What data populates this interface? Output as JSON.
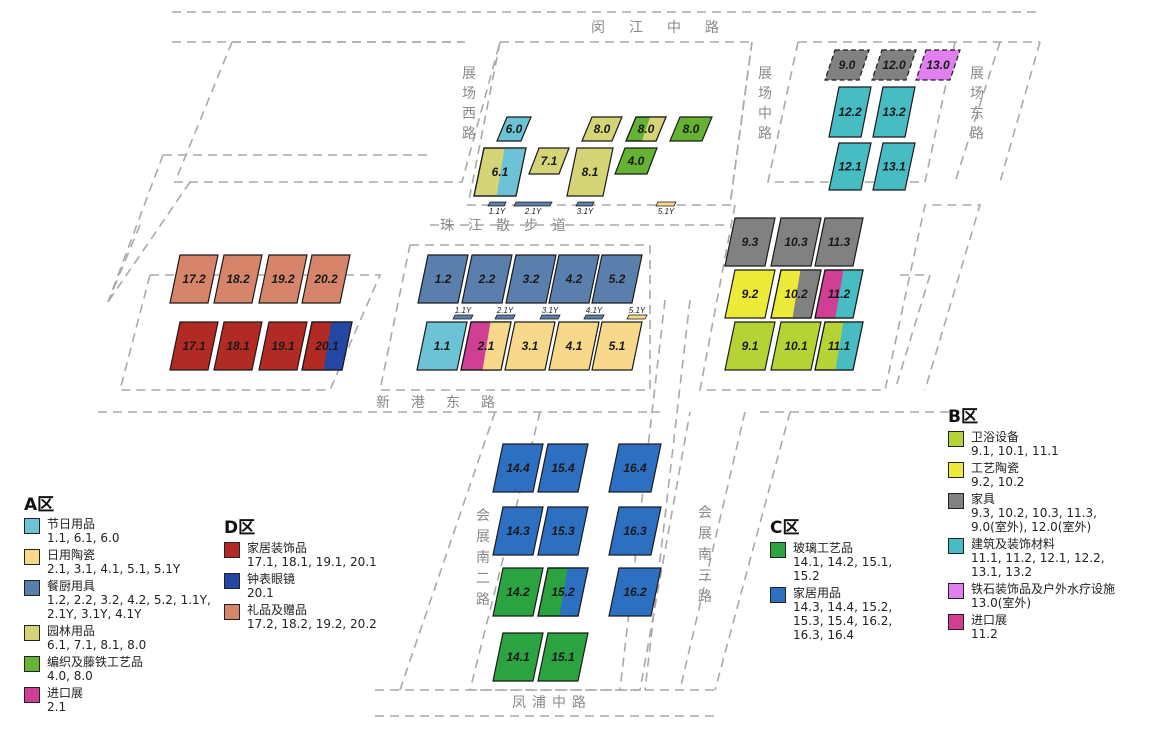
{
  "roads": {
    "minjiang": "闵江中路",
    "west": "展场西路",
    "mid": "展场中路",
    "east": "展场东路",
    "zhujiang": "珠江散步道",
    "xingang": "新港东路",
    "huinan2": "会展南二路",
    "huinan3": "会展南三路",
    "fengpu": "凤浦中路"
  },
  "colors": {
    "holiday": "#6cc3d5",
    "ceramics_daily": "#f8d98b",
    "kitchen": "#5a7fad",
    "garden": "#d5d577",
    "weaving": "#66b233",
    "import": "#d03f93",
    "sanitary": "#b5d334",
    "art_ceramics": "#eeea3a",
    "furniture": "#818181",
    "building": "#47bcc3",
    "stone": "#e07fee",
    "home_deco": "#b12a23",
    "watch": "#2347a3",
    "gift": "#d6856a",
    "glass": "#2aa340",
    "household": "#2d6fc0"
  },
  "halls": [
    {
      "label": "6.0",
      "color": "holiday"
    },
    {
      "label": "8.0",
      "color": "garden"
    },
    {
      "label": "8.0",
      "color": "weaving",
      "split": "garden"
    },
    {
      "label": "8.0",
      "color": "weaving"
    },
    {
      "label": "6.1",
      "color": "garden",
      "split": "holiday"
    },
    {
      "label": "7.1",
      "color": "garden"
    },
    {
      "label": "8.1",
      "color": "garden"
    },
    {
      "label": "4.0",
      "color": "weaving"
    },
    {
      "label": "9.0",
      "color": "furniture",
      "dashed": true
    },
    {
      "label": "12.0",
      "color": "furniture",
      "dashed": true
    },
    {
      "label": "13.0",
      "color": "stone",
      "dashed": true
    },
    {
      "label": "12.2",
      "color": "building"
    },
    {
      "label": "13.2",
      "color": "building"
    },
    {
      "label": "12.1",
      "color": "building"
    },
    {
      "label": "13.1",
      "color": "building"
    },
    {
      "label": "17.2",
      "color": "gift"
    },
    {
      "label": "18.2",
      "color": "gift"
    },
    {
      "label": "19.2",
      "color": "gift"
    },
    {
      "label": "20.2",
      "color": "gift"
    },
    {
      "label": "17.1",
      "color": "home_deco"
    },
    {
      "label": "18.1",
      "color": "home_deco"
    },
    {
      "label": "19.1",
      "color": "home_deco"
    },
    {
      "label": "20.1",
      "color": "home_deco",
      "split": "watch"
    },
    {
      "label": "1.2",
      "color": "kitchen"
    },
    {
      "label": "2.2",
      "color": "kitchen"
    },
    {
      "label": "3.2",
      "color": "kitchen"
    },
    {
      "label": "4.2",
      "color": "kitchen"
    },
    {
      "label": "5.2",
      "color": "kitchen"
    },
    {
      "label": "1.1",
      "color": "holiday"
    },
    {
      "label": "2.1",
      "color": "import",
      "split": "ceramics_daily"
    },
    {
      "label": "3.1",
      "color": "ceramics_daily"
    },
    {
      "label": "4.1",
      "color": "ceramics_daily"
    },
    {
      "label": "5.1",
      "color": "ceramics_daily"
    },
    {
      "label": "9.3",
      "color": "furniture"
    },
    {
      "label": "10.3",
      "color": "furniture"
    },
    {
      "label": "11.3",
      "color": "furniture"
    },
    {
      "label": "9.2",
      "color": "art_ceramics"
    },
    {
      "label": "10.2",
      "color": "art_ceramics",
      "split": "furniture"
    },
    {
      "label": "11.2",
      "color": "import",
      "split": "building"
    },
    {
      "label": "9.1",
      "color": "sanitary"
    },
    {
      "label": "10.1",
      "color": "sanitary"
    },
    {
      "label": "11.1",
      "color": "sanitary",
      "split": "building"
    },
    {
      "label": "14.4",
      "color": "household"
    },
    {
      "label": "15.4",
      "color": "household"
    },
    {
      "label": "16.4",
      "color": "household"
    },
    {
      "label": "14.3",
      "color": "household"
    },
    {
      "label": "15.3",
      "color": "household"
    },
    {
      "label": "16.3",
      "color": "household"
    },
    {
      "label": "14.2",
      "color": "glass"
    },
    {
      "label": "15.2",
      "color": "glass",
      "split": "household"
    },
    {
      "label": "16.2",
      "color": "household"
    },
    {
      "label": "14.1",
      "color": "glass"
    },
    {
      "label": "15.1",
      "color": "glass"
    }
  ],
  "strips": [
    {
      "label": "1.1Y"
    },
    {
      "label": "2.1Y"
    },
    {
      "label": "3.1Y"
    },
    {
      "label": "5.1Y"
    },
    {
      "label": "1.1Y"
    },
    {
      "label": "2.1Y"
    },
    {
      "label": "3.1Y"
    },
    {
      "label": "4.1Y"
    },
    {
      "label": "5.1Y"
    }
  ],
  "zones": {
    "a": {
      "title": "A区",
      "items": [
        {
          "name": "节日用品",
          "codes": "1.1, 6.1, 6.0",
          "color": "holiday"
        },
        {
          "name": "日用陶瓷",
          "codes": "2.1, 3.1, 4.1, 5.1, 5.1Y",
          "color": "ceramics_daily"
        },
        {
          "name": "餐厨用具",
          "codes": "1.2, 2.2, 3.2, 4.2, 5.2, 1.1Y, 2.1Y, 3.1Y, 4.1Y",
          "color": "kitchen"
        },
        {
          "name": "园林用品",
          "codes": "6.1, 7.1, 8.1, 8.0",
          "color": "garden"
        },
        {
          "name": "编织及藤铁工艺品",
          "codes": "4.0, 8.0",
          "color": "weaving"
        },
        {
          "name": "进口展",
          "codes": "2.1",
          "color": "import"
        }
      ]
    },
    "d": {
      "title": "D区",
      "items": [
        {
          "name": "家居装饰品",
          "codes": "17.1, 18.1, 19.1, 20.1",
          "color": "home_deco"
        },
        {
          "name": "钟表眼镜",
          "codes": "20.1",
          "color": "watch"
        },
        {
          "name": "礼品及赠品",
          "codes": "17.2, 18.2, 19.2, 20.2",
          "color": "gift"
        }
      ]
    },
    "c": {
      "title": "C区",
      "items": [
        {
          "name": "玻璃工艺品",
          "codes": "14.1, 14.2, 15.1, 15.2",
          "color": "glass"
        },
        {
          "name": "家居用品",
          "codes": "14.3, 14.4, 15.2, 15.3, 15.4, 16.2, 16.3, 16.4",
          "color": "household"
        }
      ]
    },
    "b": {
      "title": "B区",
      "items": [
        {
          "name": "卫浴设备",
          "codes": "9.1, 10.1, 11.1",
          "color": "sanitary"
        },
        {
          "name": "工艺陶瓷",
          "codes": "9.2, 10.2",
          "color": "art_ceramics"
        },
        {
          "name": "家具",
          "codes": "9.3, 10.2, 10.3, 11.3, 9.0(室外), 12.0(室外)",
          "color": "furniture"
        },
        {
          "name": "建筑及装饰材料",
          "codes": "11.1, 11.2, 12.1, 12.2, 13.1, 13.2",
          "color": "building"
        },
        {
          "name": "铁石装饰品及户外水疗设施",
          "codes": "13.0(室外)",
          "color": "stone"
        },
        {
          "name": "进口展",
          "codes": "11.2",
          "color": "import"
        }
      ]
    }
  }
}
